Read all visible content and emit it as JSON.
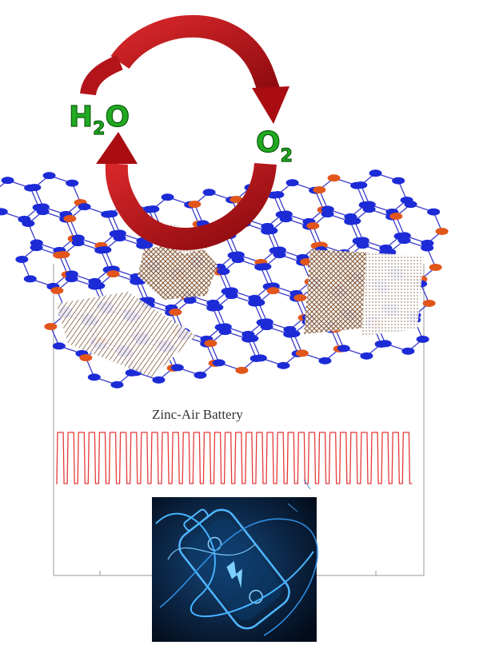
{
  "diagram": {
    "reactant_label": {
      "main": "H",
      "sub": "2",
      "tail": "O"
    },
    "product_label": {
      "main": "O",
      "sub": "2"
    },
    "device_label": "Zinc-Air Battery"
  },
  "colors": {
    "arrow": "#b30f14",
    "molecule_text": "#22aa22",
    "graphene_bond": "#3a3acc",
    "graphene_atom": "#1c2bd6",
    "dopant_atom": "#e2561b",
    "nanoparticle": "#9c7050",
    "waveform": "#e53a3a",
    "battery_bg": "#04152b",
    "battery_glow": "#3fa9ff"
  },
  "icons": [
    "cycle-arrow",
    "graphene-sheet",
    "battery-image"
  ]
}
